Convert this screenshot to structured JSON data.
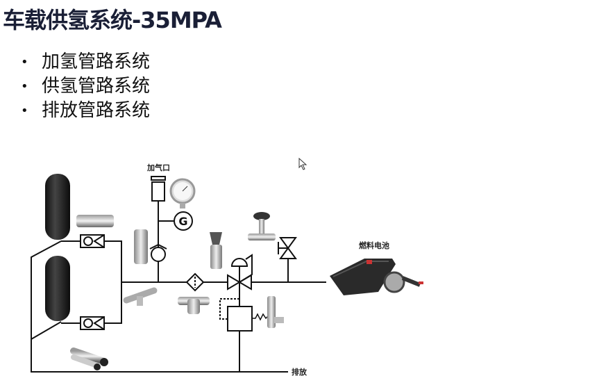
{
  "slide": {
    "title": "车载供氢系统-35MPA",
    "bullets": [
      "加氢管路系统",
      "供氢管路系统",
      "排放管路系统"
    ]
  },
  "diagram": {
    "labels": {
      "fill_port": "加气口",
      "gauge_symbol": "G",
      "fuel_cell": "燃料电池",
      "vent": "排放"
    }
  }
}
